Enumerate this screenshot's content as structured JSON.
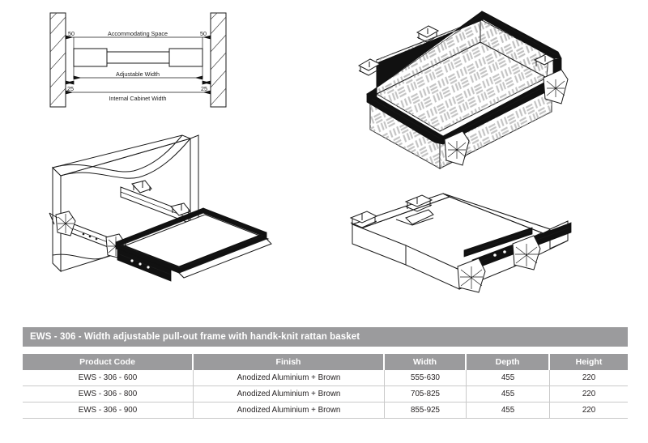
{
  "product": {
    "title": "EWS - 306 - Width adjustable pull-out frame with handk-knit rattan basket",
    "code_prefix": "EWS - 306"
  },
  "schematic": {
    "label_accommodating": "Accommodating Space",
    "label_adjustable": "Adjustable Width",
    "label_internal": "Internal Cabinet Width",
    "gap_top_left": "50",
    "gap_top_right": "50",
    "gap_bottom_left": "25",
    "gap_bottom_right": "25"
  },
  "table": {
    "headers": [
      "Product Code",
      "Finish",
      "Width",
      "Depth",
      "Height"
    ],
    "rows": [
      {
        "code": "EWS  - 306 - 600",
        "finish": "Anodized Aluminium + Brown",
        "width": "555-630",
        "depth": "455",
        "height": "220"
      },
      {
        "code": "EWS  - 306 - 800",
        "finish": "Anodized Aluminium + Brown",
        "width": "705-825",
        "depth": "455",
        "height": "220"
      },
      {
        "code": "EWS  - 306 - 900",
        "finish": "Anodized Aluminium + Brown",
        "width": "855-925",
        "depth": "455",
        "height": "220"
      }
    ]
  },
  "colors": {
    "header_gray": "#9b9b9d",
    "line_black": "#1a1a1a",
    "weave_gray": "#b9b9b9",
    "row_border": "#c9c9c9"
  },
  "diagrams": {
    "schematic_name": "cabinet-width-schematic",
    "basket_name": "rattan-basket-isometric",
    "cabinet_name": "cabinet-with-pullout-frame-isometric",
    "frame_name": "pullout-frame-isometric"
  }
}
